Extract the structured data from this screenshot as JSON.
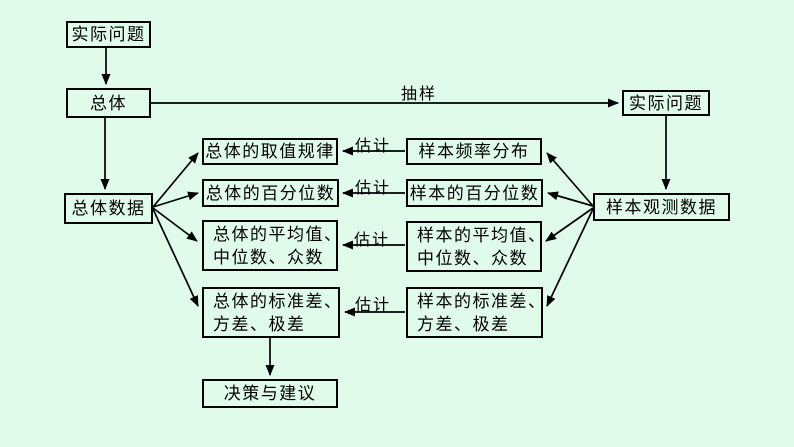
{
  "colors": {
    "background": "#e0fbea",
    "line": "#000000"
  },
  "nodes": {
    "problem_top": {
      "label": "实际问题"
    },
    "population": {
      "label": "总体"
    },
    "problem_right": {
      "label": "实际问题"
    },
    "population_data": {
      "label": "总体数据"
    },
    "sample_observation_data": {
      "label": "样本观测数据"
    },
    "population_rule": {
      "label": "总体的取值规律"
    },
    "sample_frequency": {
      "label": "样本频率分布"
    },
    "population_percentile": {
      "label": "总体的百分位数"
    },
    "sample_percentile": {
      "label": "样本的百分位数"
    },
    "population_mean": {
      "lines": [
        "总体的平均值、",
        "中位数、众数"
      ]
    },
    "sample_mean": {
      "lines": [
        "样本的平均值、",
        "中位数、众数"
      ]
    },
    "population_std": {
      "lines": [
        "总体的标准差、",
        "方差、极差"
      ]
    },
    "sample_std": {
      "lines": [
        "样本的标准差、",
        "方差、极差"
      ]
    },
    "decision": {
      "label": "决策与建议"
    }
  },
  "edge_labels": {
    "sampling": "抽样",
    "estimate": "估计"
  }
}
